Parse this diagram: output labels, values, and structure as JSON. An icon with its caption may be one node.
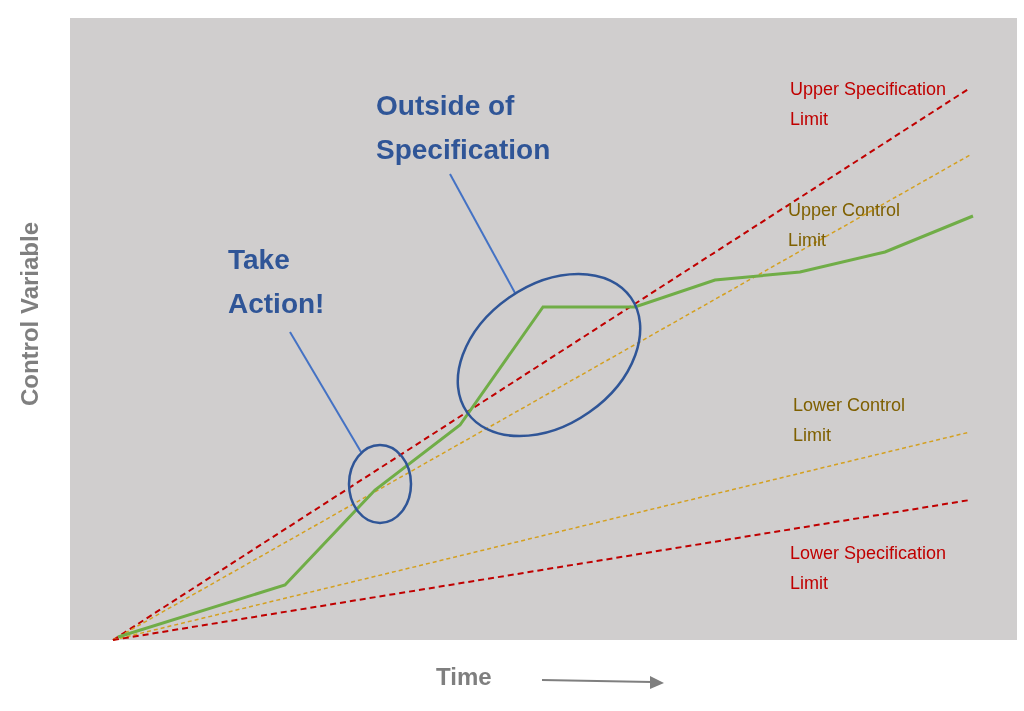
{
  "diagram": {
    "nodes": [
      {
        "text": [
          "Outside of Specification"
        ]
      },
      {
        "text": [
          "Take Action!"
        ]
      },
      {
        "text": [],
        "shape": "circle"
      },
      {
        "text": [],
        "shape": "circle"
      }
    ],
    "edges": [
      {
        "from": 0,
        "to": 3,
        "arrow": "none"
      },
      {
        "from": 1,
        "to": 2,
        "arrow": "none"
      }
    ],
    "labels": [
      "Upper Specification Limit",
      "Upper Control Limit",
      "Control Variable",
      "Lower Control Limit",
      "Lower Specification Limit",
      "Time"
    ]
  }
}
